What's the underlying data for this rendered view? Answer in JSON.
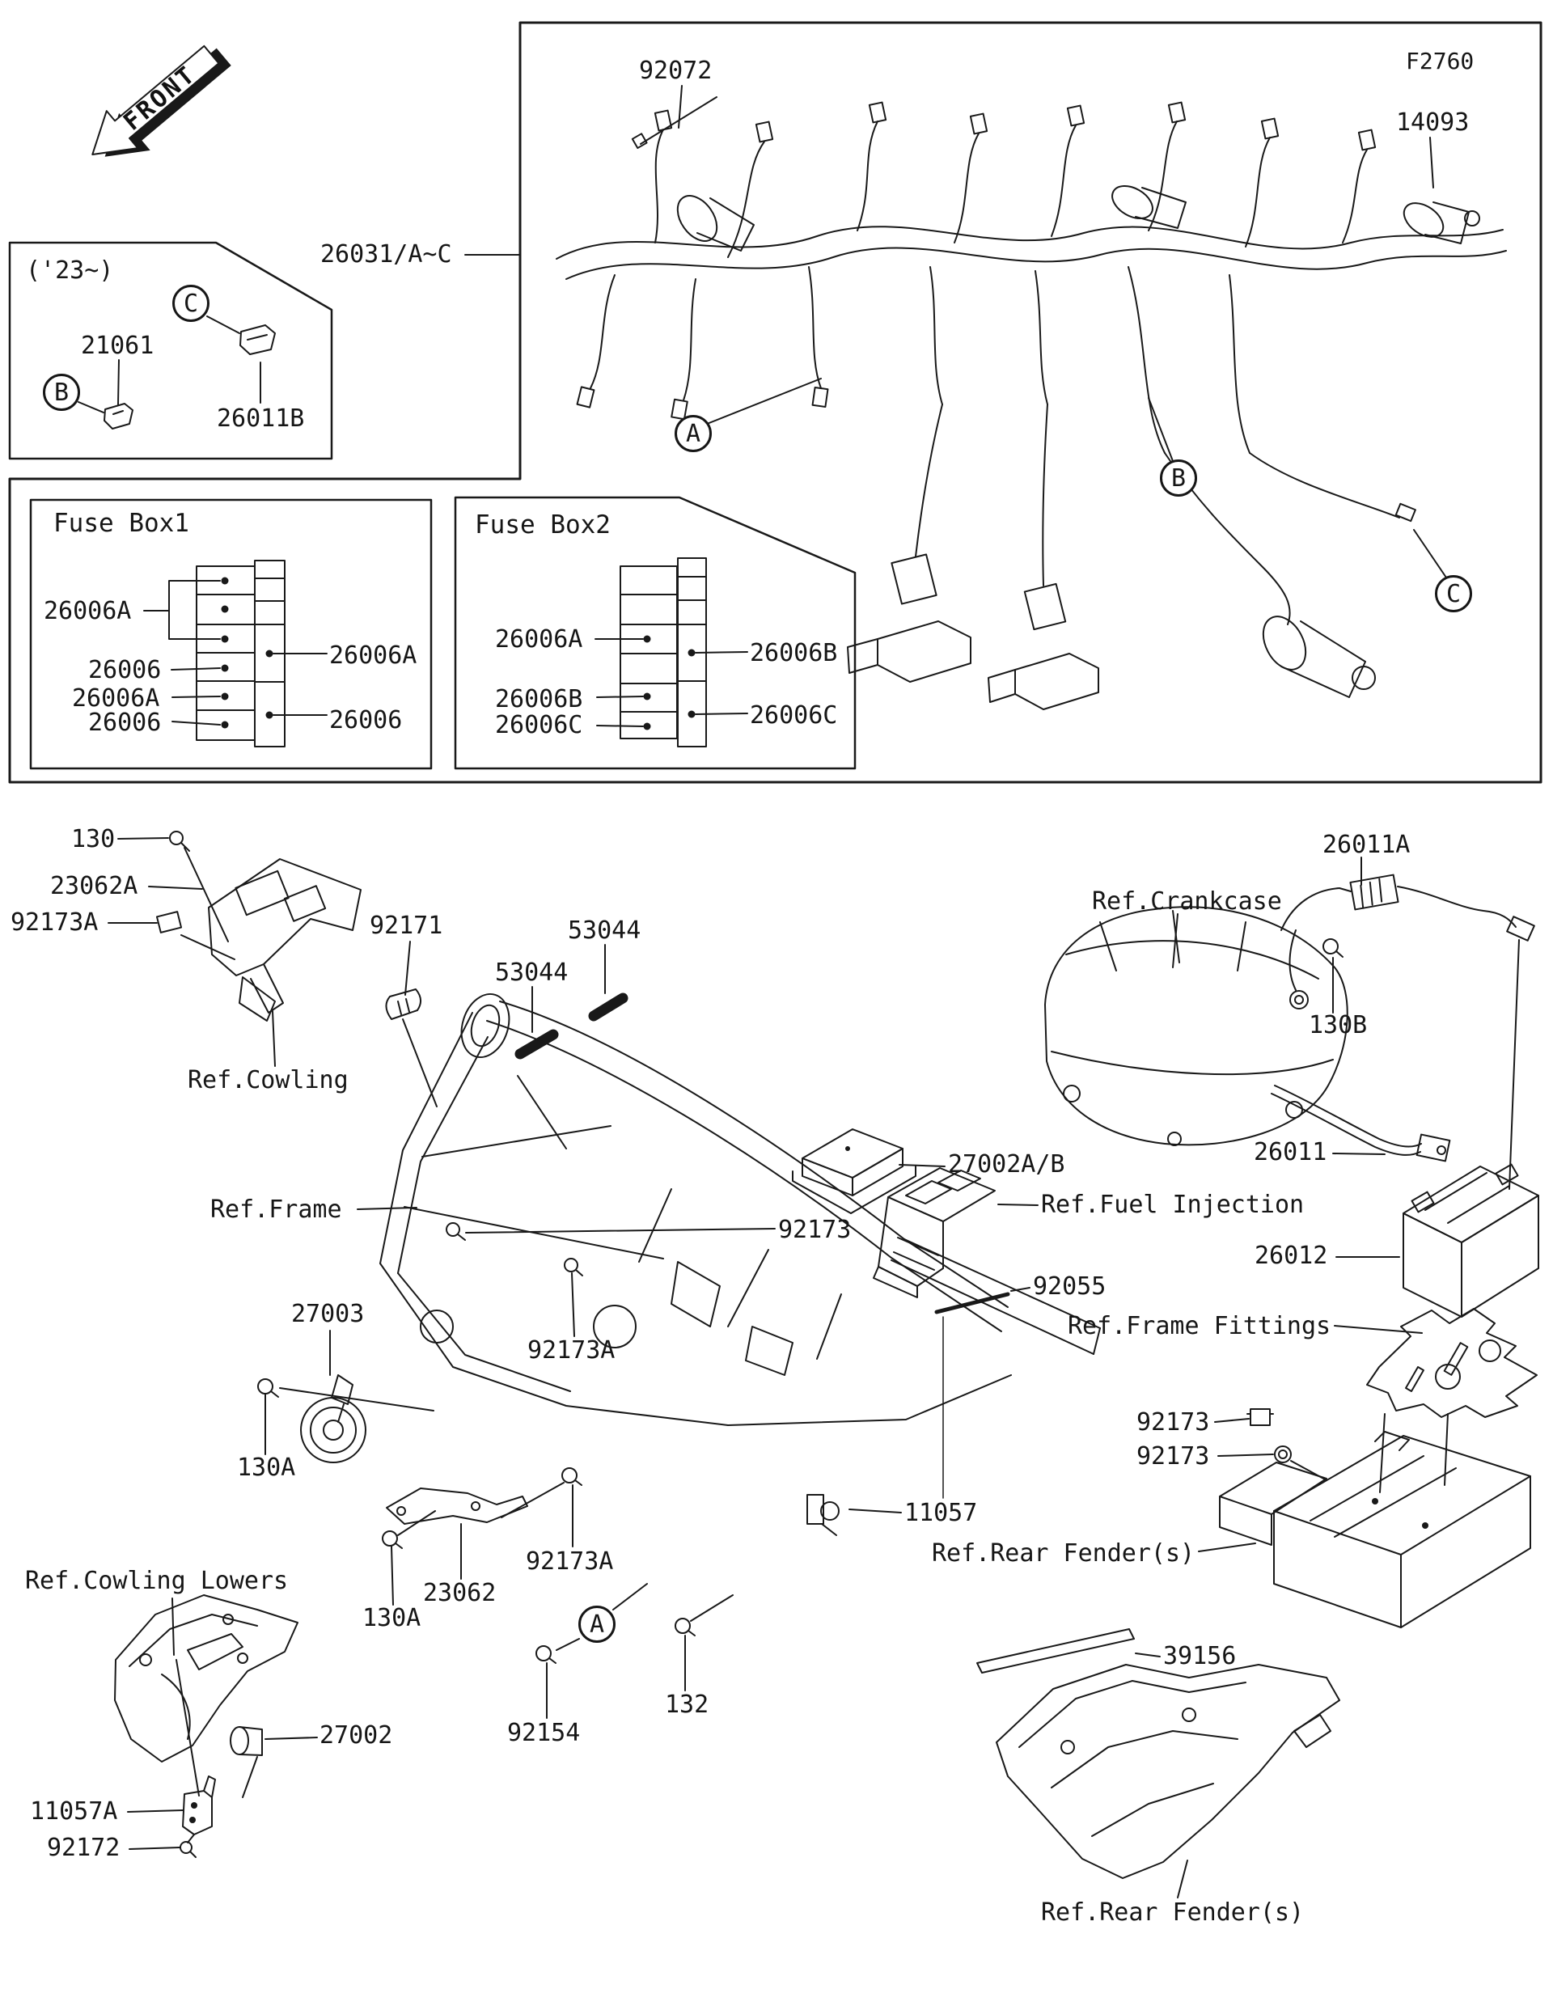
{
  "doc": {
    "fiche_code": "F2760",
    "front_label": "FRONT",
    "model_note": "('23~)",
    "harness_part": "26031/A~C"
  },
  "sections": {
    "a": "A",
    "b": "B",
    "c": "C"
  },
  "note_box": {
    "clamp": "21061",
    "lead": "26011B"
  },
  "harness_callouts": {
    "band": "92072",
    "damper": "14093"
  },
  "fuse_box1": {
    "title": "Fuse Box1",
    "left": [
      "26006A",
      "26006",
      "26006A",
      "26006"
    ],
    "right": [
      "26006A",
      "26006"
    ]
  },
  "fuse_box2": {
    "title": "Fuse Box2",
    "left": [
      "26006A",
      "26006B",
      "26006C"
    ],
    "right": [
      "26006B",
      "26006C"
    ]
  },
  "callouts": {
    "bolt_130": "130",
    "bracket_23062a": "23062A",
    "nut_92173a_top": "92173A",
    "ref_cowling": "Ref.Cowling",
    "clamp_92171": "92171",
    "damper_53044_left": "53044",
    "damper_53044_right": "53044",
    "ref_crankcase": "Ref.Crankcase",
    "lead_26011a": "26011A",
    "bolt_130b": "130B",
    "ref_frame": "Ref.Frame",
    "ecu_27002ab": "27002A/B",
    "ref_fuel_injection": "Ref.Fuel Injection",
    "bolt_92173_mid": "92173",
    "cable_26011": "26011",
    "battery_26012": "26012",
    "pin_92055": "92055",
    "ref_frame_fittings": "Ref.Frame Fittings",
    "horn_27003": "27003",
    "bolt_92173a_mid": "92173A",
    "bolt_130a_left": "130A",
    "nut_92173_upper": "92173",
    "nut_92173_lower": "92173",
    "clamp_11057": "11057",
    "ref_rear_fender_mid": "Ref.Rear Fender(s)",
    "ref_cowling_lowers": "Ref.Cowling Lowers",
    "stay_23062": "23062",
    "bolt_130a_bottom": "130A",
    "bolt_92173a_bottom": "92173A",
    "bolt_92154": "92154",
    "bolt_132": "132",
    "part_27002": "27002",
    "bracket_11057a": "11057A",
    "screw_92172": "92172",
    "seal_39156": "39156",
    "ref_rear_fender_bottom": "Ref.Rear Fender(s)"
  }
}
